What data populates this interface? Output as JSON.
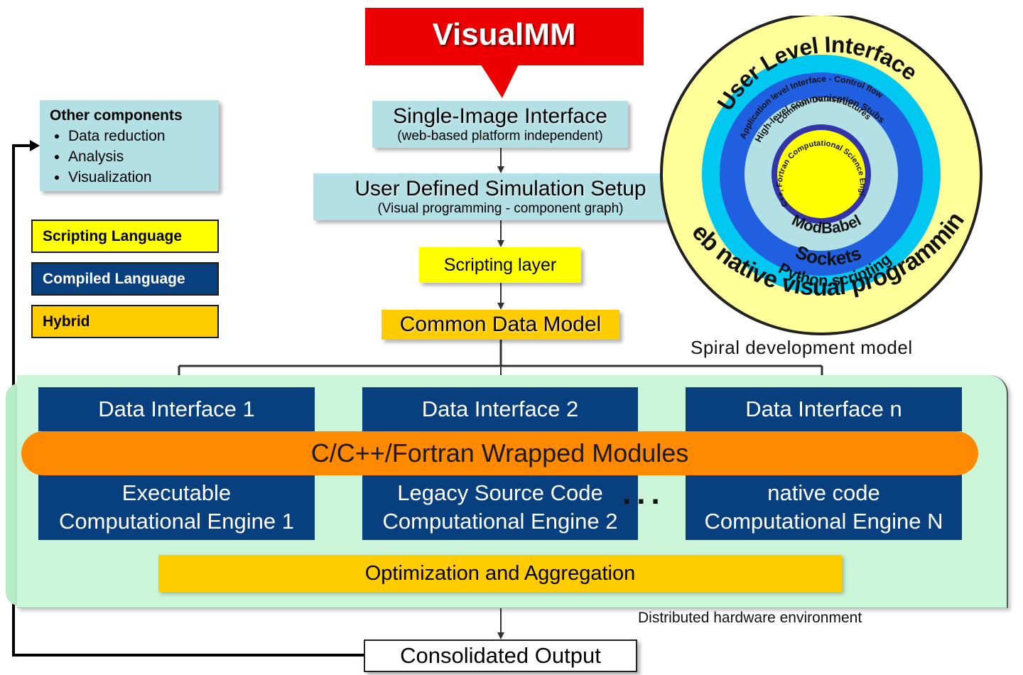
{
  "title": "VisualMM",
  "other_components": {
    "heading": "Other components",
    "items": [
      "Data reduction",
      "Analysis",
      "Visualization"
    ]
  },
  "legend": [
    {
      "label": "Scripting Language",
      "color": "#ffff00",
      "text_color": "#000000"
    },
    {
      "label": "Compiled Language",
      "color": "#083f7f",
      "text_color": "#ffffff"
    },
    {
      "label": "Hybrid",
      "color": "#ffcc00",
      "text_color": "#000000"
    }
  ],
  "flow": {
    "single_image": {
      "title": "Single-Image Interface",
      "subtitle": "(web-based platform independent)"
    },
    "user_defined": {
      "title": "User Defined Simulation Setup",
      "subtitle": "(Visual programming - component graph)"
    },
    "scripting_layer": "Scripting layer",
    "common_data_model": "Common Data Model"
  },
  "data_interfaces": [
    "Data Interface 1",
    "Data Interface 2",
    "Data Interface n"
  ],
  "wrapped_modules": "C/C++/Fortran Wrapped Modules",
  "engines": [
    {
      "line1": "Executable",
      "line2": "Computational Engine 1"
    },
    {
      "line1": "Legacy Source Code",
      "line2": "Computational Engine 2"
    },
    {
      "line1": "native code",
      "line2": "Computational Engine N"
    }
  ],
  "ellipsis": "...",
  "optimization": "Optimization and Aggregation",
  "distributed": "Distributed hardware environment",
  "output": "Consolidated Output",
  "spiral": {
    "caption": "Spiral development model",
    "ring_labels": {
      "user_level": "User Level Interface",
      "web_native": "Web native visual programming",
      "app_level": "Application level Interface - Control flow",
      "python": "Python scripting",
      "high_level": "High-level communication Stubs",
      "sockets": "Sockets",
      "common_ds": "Common Datastructures",
      "modbabel": "ModBabel",
      "core": "C/C++, Fortran Computational Science Engine"
    },
    "colors": {
      "outer": "#ffff99",
      "ring2": "#00c8f0",
      "ring3": "#1f5fe0",
      "ring4": "#b3e0e5",
      "ring5": "#3333aa",
      "core": "#ffff00"
    }
  },
  "colors": {
    "accent_red": "#ee0000",
    "box_teal": "#b3e0e5",
    "navy": "#083f7f",
    "orange": "#ff8a00",
    "gold": "#ffcc00",
    "yellow": "#ffff00",
    "env_green": "#cbf5d8"
  }
}
